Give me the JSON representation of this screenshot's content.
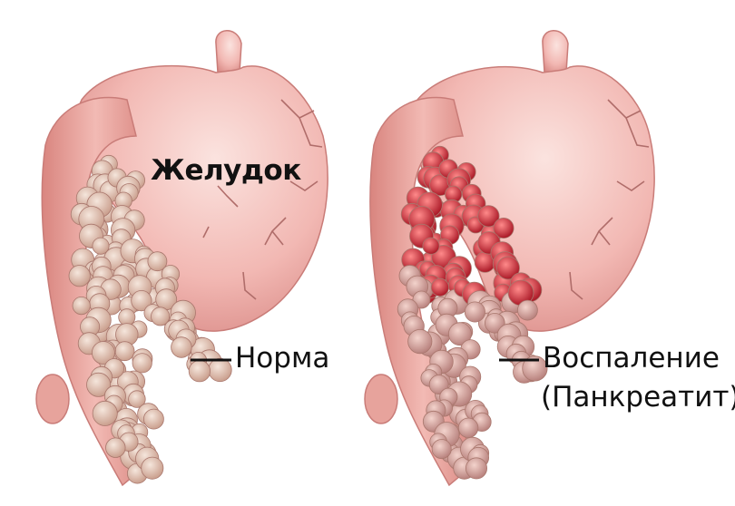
{
  "labels": {
    "stomach": "Желудок",
    "normal": "Норма",
    "inflammation": "Воспаление",
    "pancreatitis": "(Панкреатит)"
  },
  "colors": {
    "background": "#ffffff",
    "stomach": "#f2b8b3",
    "duodenum": "#e8a6a0",
    "normal_pancreas": "#d9b7a3",
    "inflamed_pancreas": "#c0182a",
    "label_text": "#111111"
  }
}
